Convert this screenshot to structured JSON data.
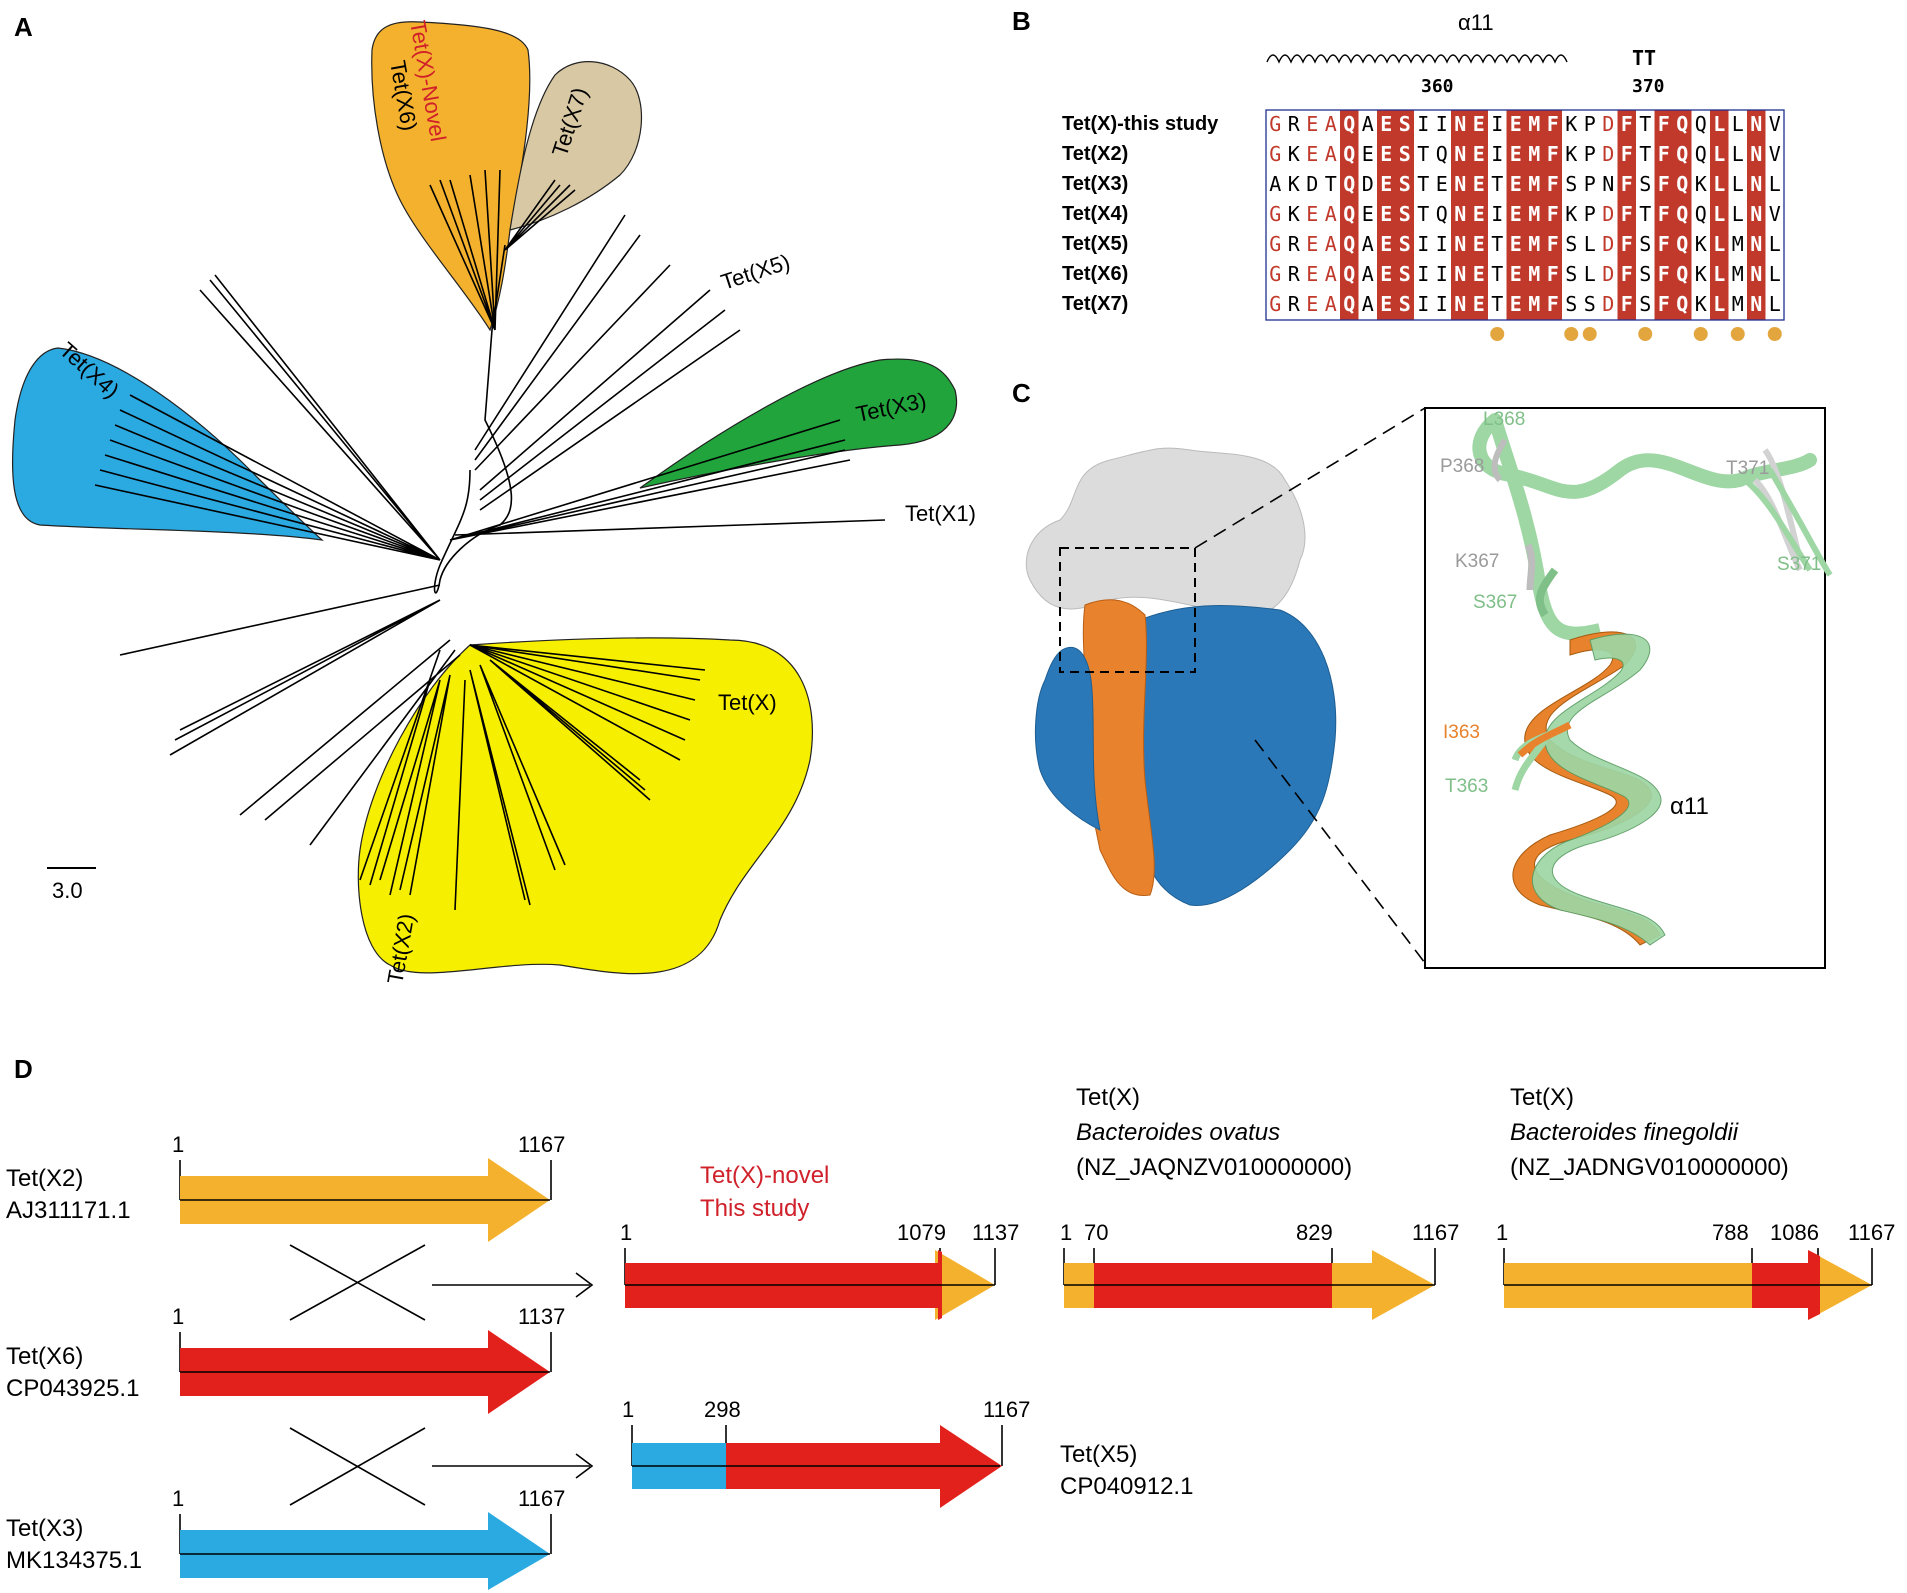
{
  "panels": {
    "A": "A",
    "B": "B",
    "C": "C",
    "D": "D"
  },
  "colors": {
    "yellow": "#f7ef00",
    "orange": "#f4b12e",
    "tan": "#d8c8a4",
    "blue": "#2ba9e1",
    "green": "#21a43c",
    "red": "#e3211c",
    "align_red": "#c0392b",
    "prot_gray": "#dcdcdc",
    "prot_orange": "#e8822c",
    "prot_blue": "#2a78b8",
    "helix_green": "#9ed6a4"
  },
  "tree": {
    "clades": [
      {
        "label": "Tet(X)",
        "color": "yellow"
      },
      {
        "label": "Tet(X2)",
        "color": "yellow"
      },
      {
        "label": "Tet(X3)",
        "color": "green"
      },
      {
        "label": "Tet(X4)",
        "color": "blue"
      },
      {
        "label": "Tet(X7)",
        "color": "tan"
      },
      {
        "label": "Tet(X6)",
        "color": "orange"
      }
    ],
    "novel_label": "Tet(X)-Novel",
    "leaf_labels": [
      "Tet(X5)",
      "Tet(X1)"
    ],
    "scale_label": "3.0"
  },
  "alignment": {
    "helix_label": "α11",
    "tt_label": "TT",
    "pos_360": "360",
    "pos_370": "370",
    "rows": [
      {
        "name": "Tet(X)-this study",
        "seq": "GREAQAESIINEIEMFKPDFTFQQLLNV"
      },
      {
        "name": "Tet(X2)",
        "seq": "GKEAQEESTQNEIEMFKPDFTFQQLLNV"
      },
      {
        "name": "Tet(X3)",
        "seq": "AKDTQDESTENETEMFSPNFSFQKLLNL"
      },
      {
        "name": "Tet(X4)",
        "seq": "GKEAQEESTQNEIEMFKPDFTFQQLLNV"
      },
      {
        "name": "Tet(X5)",
        "seq": "GREAQAESIINETEMFSLDFSFQKLMNL"
      },
      {
        "name": "Tet(X6)",
        "seq": "GREAQAESIINETEMFSLDFSFQKLMNL"
      },
      {
        "name": "Tet(X7)",
        "seq": "GREAQAESIINETEMFSSDFSFQKLMNL"
      }
    ]
  },
  "structure": {
    "labels": [
      "L368",
      "P368",
      "T371",
      "K367",
      "S367",
      "S371",
      "I363",
      "T363"
    ],
    "helix_label": "α11"
  },
  "panelD": {
    "genes": [
      {
        "name": "Tet(X2)",
        "acc": "AJ311171.1",
        "start": "1",
        "end": "1167"
      },
      {
        "name": "Tet(X6)",
        "acc": "CP043925.1",
        "start": "1",
        "end": "1137"
      },
      {
        "name": "Tet(X3)",
        "acc": "MK134375.1",
        "start": "1",
        "end": "1167"
      }
    ],
    "novel": {
      "title": "Tet(X)-novel",
      "subtitle": "This study",
      "p1": "1",
      "p2": "1079",
      "p3": "1137"
    },
    "x5": {
      "name": "Tet(X5)",
      "acc": "CP040912.1",
      "p1": "1",
      "p2": "298",
      "p3": "1167"
    },
    "ovatus": {
      "name": "Tet(X)",
      "species": "Bacteroides ovatus",
      "acc": "(NZ_JAQNZV010000000)",
      "p1": "1",
      "p2": "70",
      "p3": "829",
      "p4": "1167"
    },
    "finegoldii": {
      "name": "Tet(X)",
      "species": "Bacteroides finegoldii",
      "acc": "(NZ_JADNGV010000000)",
      "p1": "1",
      "p2": "788",
      "p3": "1086",
      "p4": "1167"
    }
  }
}
